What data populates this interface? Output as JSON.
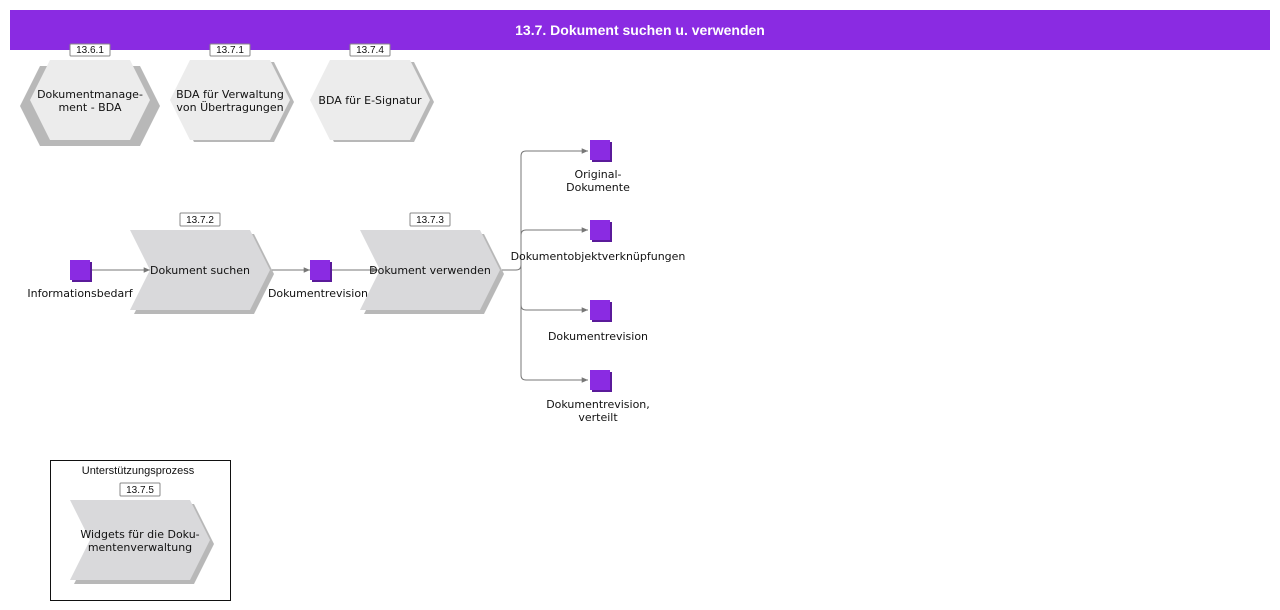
{
  "title": "13.7. Dokument suchen u. verwenden",
  "related_processes": [
    {
      "id": "13.6.1",
      "label_lines": [
        "Dokumentmanage-",
        "ment - BDA"
      ]
    },
    {
      "id": "13.7.1",
      "label_lines": [
        "BDA für Verwaltung",
        "von Übertragungen"
      ]
    },
    {
      "id": "13.7.4",
      "label_lines": [
        "BDA für E-Signatur"
      ]
    }
  ],
  "events": {
    "informationsbedarf": "Informationsbedarf",
    "dokumentrevision_mid": "Dokumentrevision"
  },
  "processes": [
    {
      "id": "13.7.2",
      "label": "Dokument suchen"
    },
    {
      "id": "13.7.3",
      "label": "Dokument verwenden"
    }
  ],
  "outputs": [
    {
      "label_lines": [
        "Original-",
        "Dokumente"
      ]
    },
    {
      "label_lines": [
        "Dokumentobjektverknüpfungen"
      ]
    },
    {
      "label_lines": [
        "Dokumentrevision"
      ]
    },
    {
      "label_lines": [
        "Dokumentrevision,",
        "verteilt"
      ]
    }
  ],
  "support": {
    "title": "Unterstützungsprozess",
    "id": "13.7.5",
    "label_lines": [
      "Widgets für die Doku-",
      "mentenverwaltung"
    ]
  },
  "colors": {
    "accent": "#8a2be2",
    "shape_fill": "#d9d9db",
    "hex_fill": "#ececec",
    "shadow": "#b8b8b8",
    "connector": "#777777"
  }
}
